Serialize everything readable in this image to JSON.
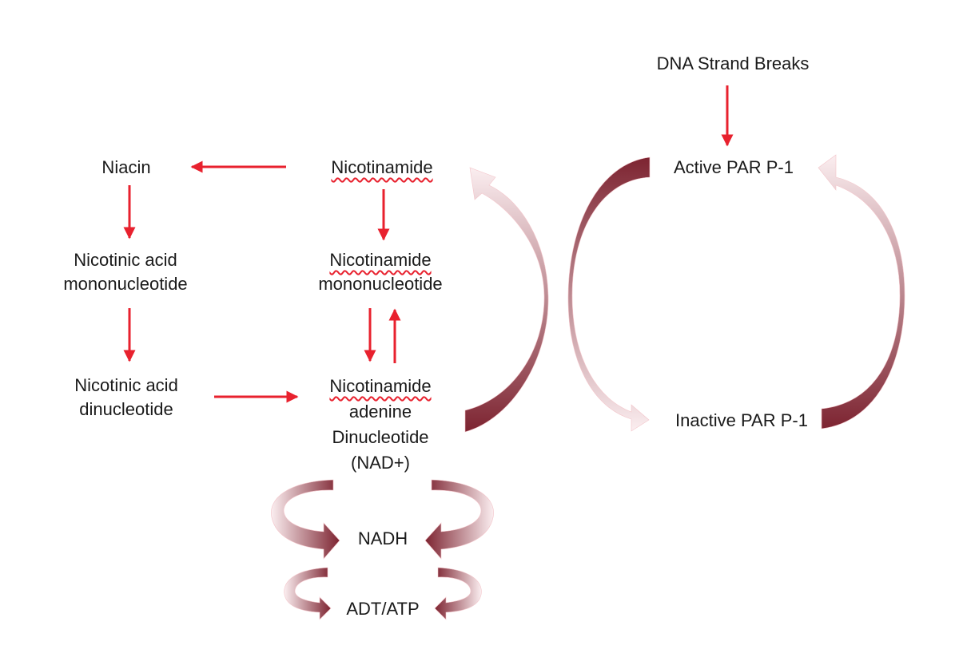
{
  "diagram": {
    "title": "NAD+ salvage pathway and PARP-1 activation",
    "colors": {
      "pathway_arrow": "#e8212e",
      "cycle_arrow_dark": "#7d2431",
      "cycle_arrow_light": "#fbeef0",
      "text": "#1a1a1a",
      "spellcheck_underline": "#e8212e"
    },
    "nodes": {
      "niacin": {
        "lines": [
          "Niacin"
        ]
      },
      "nicotinamide": {
        "lines": [
          "Nicotinamide"
        ],
        "underlined": true
      },
      "nicotinic_acid_mononucleotide": {
        "lines": [
          "Nicotinic acid",
          "mononucleotide"
        ]
      },
      "nicotinamide_mononucleotide": {
        "lines": [
          "Nicotinamide",
          "mononucleotide"
        ],
        "underlined_first_line": true
      },
      "nicotinic_acid_dinucleotide": {
        "lines": [
          "Nicotinic acid",
          "dinucleotide"
        ]
      },
      "nad": {
        "lines": [
          "Nicotinamide",
          "adenine",
          "Dinucleotide",
          "(NAD+)"
        ],
        "underlined_first_line": true
      },
      "nadh": {
        "lines": [
          "NADH"
        ]
      },
      "adt_atp": {
        "lines": [
          "ADT/ATP"
        ]
      },
      "dna_strand_breaks": {
        "lines": [
          "DNA Strand Breaks"
        ]
      },
      "active_parp1": {
        "lines": [
          "Active PAR P-1"
        ]
      },
      "inactive_parp1": {
        "lines": [
          "Inactive PAR P-1"
        ]
      }
    },
    "edges": [
      {
        "from": "nicotinamide",
        "to": "niacin",
        "style": "red-straight"
      },
      {
        "from": "niacin",
        "to": "nicotinic_acid_mononucleotide",
        "style": "red-straight"
      },
      {
        "from": "nicotinic_acid_mononucleotide",
        "to": "nicotinic_acid_dinucleotide",
        "style": "red-straight"
      },
      {
        "from": "nicotinic_acid_dinucleotide",
        "to": "nad",
        "style": "red-straight"
      },
      {
        "from": "nicotinamide",
        "to": "nicotinamide_mononucleotide",
        "style": "red-straight"
      },
      {
        "from": "nicotinamide_mononucleotide",
        "to": "nad",
        "style": "red-straight"
      },
      {
        "from": "nad",
        "to": "nicotinamide_mononucleotide",
        "style": "red-straight"
      },
      {
        "from": "dna_strand_breaks",
        "to": "active_parp1",
        "style": "red-straight"
      },
      {
        "from": "nad",
        "to": "nicotinamide",
        "style": "gradient-curved"
      },
      {
        "from": "active_parp1",
        "to": "inactive_parp1",
        "style": "gradient-curved"
      },
      {
        "from": "inactive_parp1",
        "to": "active_parp1",
        "style": "gradient-curved"
      },
      {
        "from": "nad",
        "to": "nadh",
        "style": "gradient-curl-pair"
      },
      {
        "from": "nadh",
        "to": "adt_atp",
        "style": "gradient-curl-pair"
      }
    ]
  }
}
